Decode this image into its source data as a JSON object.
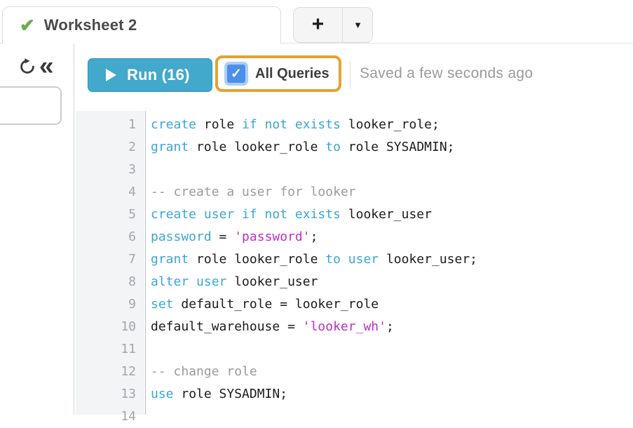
{
  "tabbar": {
    "active_tab": {
      "label": "Worksheet 2",
      "status_icon": "check-icon"
    },
    "new_tab_label": "+",
    "tab_menu_label": "▼"
  },
  "sidebar": {
    "icons": [
      "refresh-icon",
      "collapse-double-chevron-icon"
    ],
    "search_value": ""
  },
  "toolbar": {
    "run_label": "Run (16)",
    "all_queries_label": "All Queries",
    "all_queries_checked": true,
    "saved_status": "Saved a few seconds ago"
  },
  "editor": {
    "lines": [
      {
        "n": "1",
        "tokens": [
          {
            "t": "create",
            "c": "kw"
          },
          {
            "t": " role ",
            "c": "def"
          },
          {
            "t": "if not exists",
            "c": "kw"
          },
          {
            "t": " looker_role;",
            "c": "def"
          }
        ]
      },
      {
        "n": "2",
        "tokens": [
          {
            "t": "grant",
            "c": "kw"
          },
          {
            "t": " role looker_role ",
            "c": "def"
          },
          {
            "t": "to",
            "c": "kw"
          },
          {
            "t": " role SYSADMIN;",
            "c": "def"
          }
        ]
      },
      {
        "n": "3",
        "tokens": []
      },
      {
        "n": "4",
        "tokens": [
          {
            "t": "-- create a user for looker",
            "c": "com"
          }
        ]
      },
      {
        "n": "5",
        "tokens": [
          {
            "t": "create user if not exists",
            "c": "kw"
          },
          {
            "t": " looker_user",
            "c": "def"
          }
        ]
      },
      {
        "n": "6",
        "tokens": [
          {
            "t": "password",
            "c": "kw"
          },
          {
            "t": " = ",
            "c": "def"
          },
          {
            "t": "'password'",
            "c": "str"
          },
          {
            "t": ";",
            "c": "def"
          }
        ]
      },
      {
        "n": "7",
        "tokens": [
          {
            "t": "grant",
            "c": "kw"
          },
          {
            "t": " role looker_role ",
            "c": "def"
          },
          {
            "t": "to user",
            "c": "kw"
          },
          {
            "t": " looker_user;",
            "c": "def"
          }
        ]
      },
      {
        "n": "8",
        "tokens": [
          {
            "t": "alter user",
            "c": "kw"
          },
          {
            "t": " looker_user",
            "c": "def"
          }
        ]
      },
      {
        "n": "9",
        "tokens": [
          {
            "t": "set",
            "c": "kw"
          },
          {
            "t": " default_role = looker_role",
            "c": "def"
          }
        ]
      },
      {
        "n": "10",
        "tokens": [
          {
            "t": "default_warehouse = ",
            "c": "def"
          },
          {
            "t": "'looker_wh'",
            "c": "str"
          },
          {
            "t": ";",
            "c": "def"
          }
        ]
      },
      {
        "n": "11",
        "tokens": []
      },
      {
        "n": "12",
        "tokens": [
          {
            "t": "-- change role",
            "c": "com"
          }
        ]
      },
      {
        "n": "13",
        "tokens": [
          {
            "t": "use",
            "c": "kw"
          },
          {
            "t": " role SYSADMIN;",
            "c": "def"
          }
        ]
      },
      {
        "n": "14",
        "tokens": []
      }
    ]
  },
  "colors": {
    "run-bg": "#42a8cc",
    "run-border": "#2f94b7",
    "highlight": "#e2a238",
    "checkbox-blue": "#4a90e8",
    "checkbox-ring": "#b0cdf4",
    "keyword": "#3aa6d8",
    "string": "#bf2dc9",
    "comment": "#9b9b9b",
    "check-green": "#68ae4e"
  }
}
